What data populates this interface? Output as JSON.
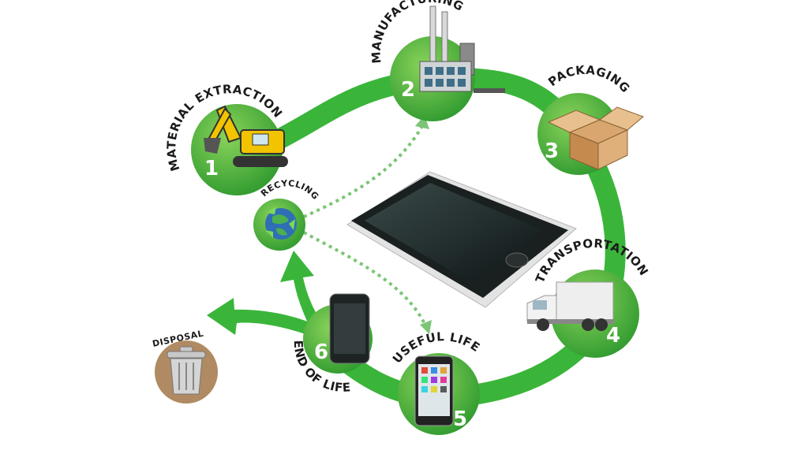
{
  "stages": [
    {
      "number": "1",
      "label": "MATERIAL EXTRACTION"
    },
    {
      "number": "2",
      "label": "MANUFACTURING"
    },
    {
      "number": "3",
      "label": "PACKAGING"
    },
    {
      "number": "4",
      "label": "TRANSPORTATION"
    },
    {
      "number": "5",
      "label": "USEFUL LIFE"
    },
    {
      "number": "6",
      "label": "END OF LIFE"
    }
  ],
  "recycling": {
    "label": "RECYCLING"
  },
  "disposal": {
    "label": "DISPOSAL"
  },
  "colors": {
    "loop_green": "#3ab53a",
    "circle_green": "#2e9e2e",
    "dotted_green": "#7cc576",
    "disposal_brown": "#b08a63",
    "text_dark": "#1a1a1a"
  },
  "icons": [
    "excavator-icon",
    "factory-icon",
    "box-icon",
    "truck-icon",
    "phone-icon",
    "smartphone-icon",
    "globe-recycle-icon",
    "trash-can-icon",
    "tablet-icon"
  ]
}
